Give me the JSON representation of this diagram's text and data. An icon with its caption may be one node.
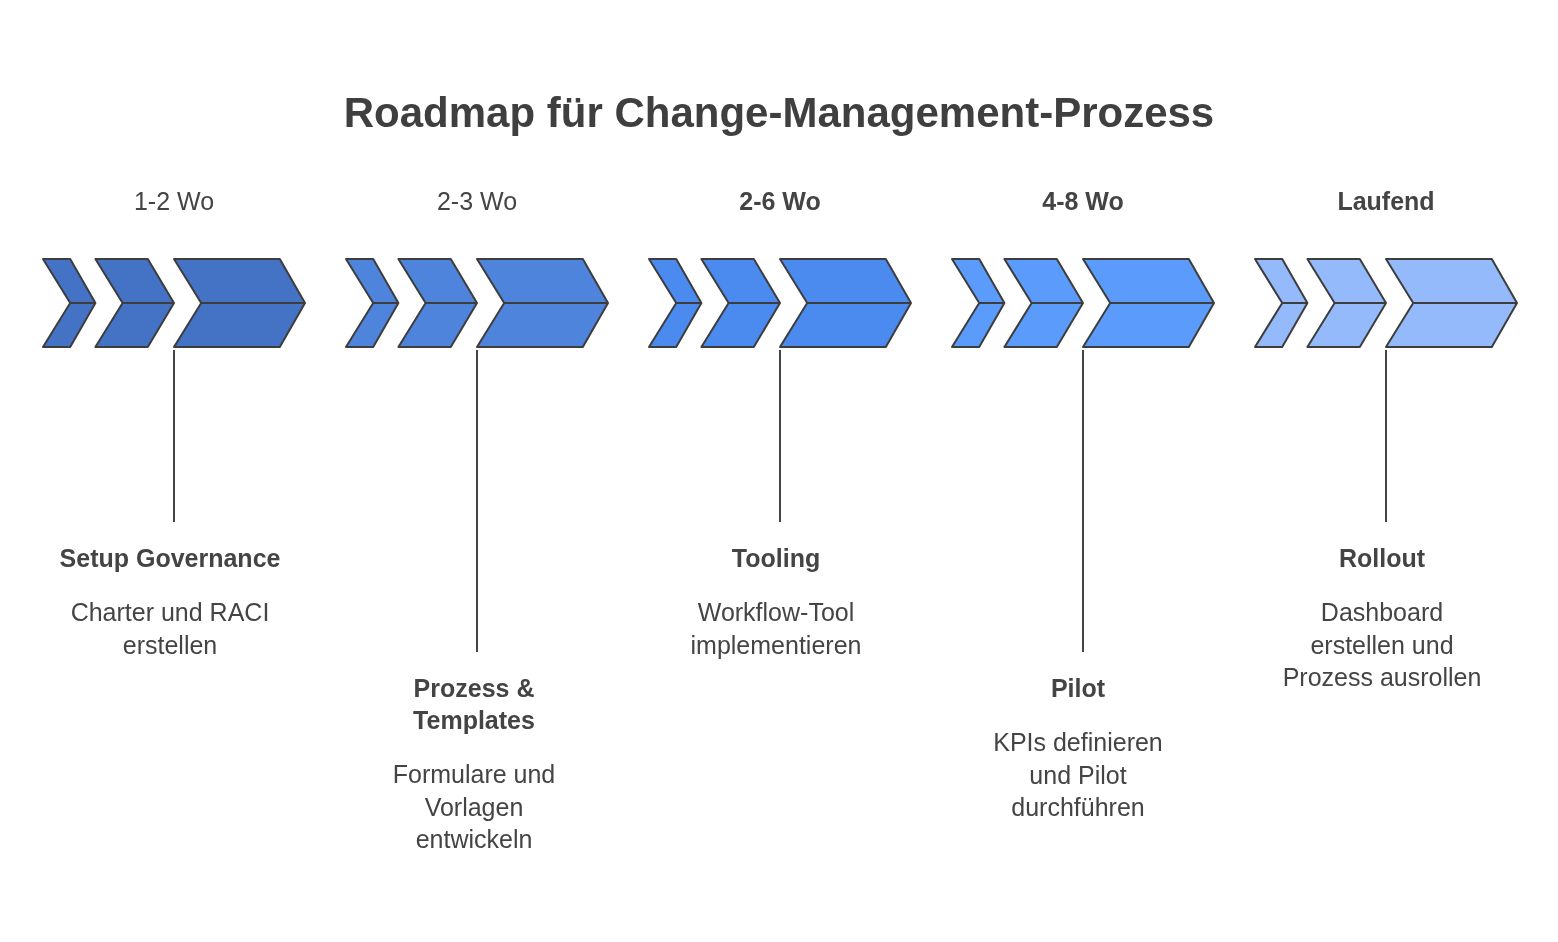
{
  "diagram": {
    "title": "Roadmap für Change-Management-Prozess",
    "nodes": [
      {
        "text": [],
        "shape": "chevron",
        "beside": [
          "1-2 Wo"
        ]
      },
      {
        "text": [],
        "shape": "chevron",
        "beside": [
          "2-3 Wo"
        ]
      },
      {
        "text": [],
        "shape": "chevron",
        "beside": [
          "2-6 Wo"
        ]
      },
      {
        "text": [],
        "shape": "chevron",
        "beside": [
          "4-8 Wo"
        ]
      },
      {
        "text": [],
        "shape": "chevron",
        "beside": [
          "Laufend"
        ]
      },
      {
        "text": [
          "Setup Governance",
          "Charter und RACI erstellen"
        ]
      },
      {
        "text": [
          "Prozess & Templates",
          "Formulare und Vorlagen entwickeln"
        ]
      },
      {
        "text": [
          "Tooling",
          "Workflow-Tool implementieren"
        ]
      },
      {
        "text": [
          "Pilot",
          "KPIs definieren und Pilot durchführen"
        ]
      },
      {
        "text": [
          "Rollout",
          "Dashboard erstellen und Prozess ausrollen"
        ]
      }
    ],
    "edges": [
      {
        "from": 0,
        "to": 5,
        "arrow": "none"
      },
      {
        "from": 1,
        "to": 6,
        "arrow": "none"
      },
      {
        "from": 2,
        "to": 7,
        "arrow": "none"
      },
      {
        "from": 3,
        "to": 8,
        "arrow": "none"
      },
      {
        "from": 4,
        "to": 9,
        "arrow": "none"
      }
    ]
  }
}
